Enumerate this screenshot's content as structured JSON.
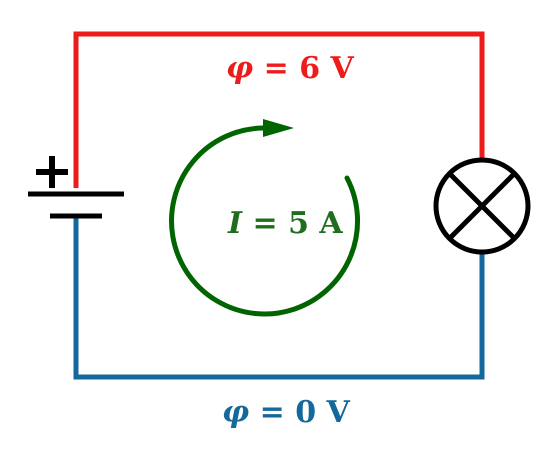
{
  "colors": {
    "high_potential": "#ee1b1b",
    "low_potential": "#14689c",
    "current": "#006400",
    "component": "#000000",
    "background": "#ffffff"
  },
  "labels": {
    "top_potential": {
      "symbol": "φ",
      "relation": "=",
      "value": "6",
      "unit": "V"
    },
    "bottom_potential": {
      "symbol": "φ",
      "relation": "=",
      "value": "0",
      "unit": "V"
    },
    "current": {
      "symbol": "I",
      "relation": "=",
      "value": "5",
      "unit": "A"
    }
  },
  "components": {
    "battery": {
      "positive_sign": "+",
      "icon": "battery-icon"
    },
    "lamp": {
      "icon": "lamp-icon"
    },
    "current_arrow": {
      "icon": "circular-arrow-icon",
      "direction": "clockwise"
    }
  }
}
